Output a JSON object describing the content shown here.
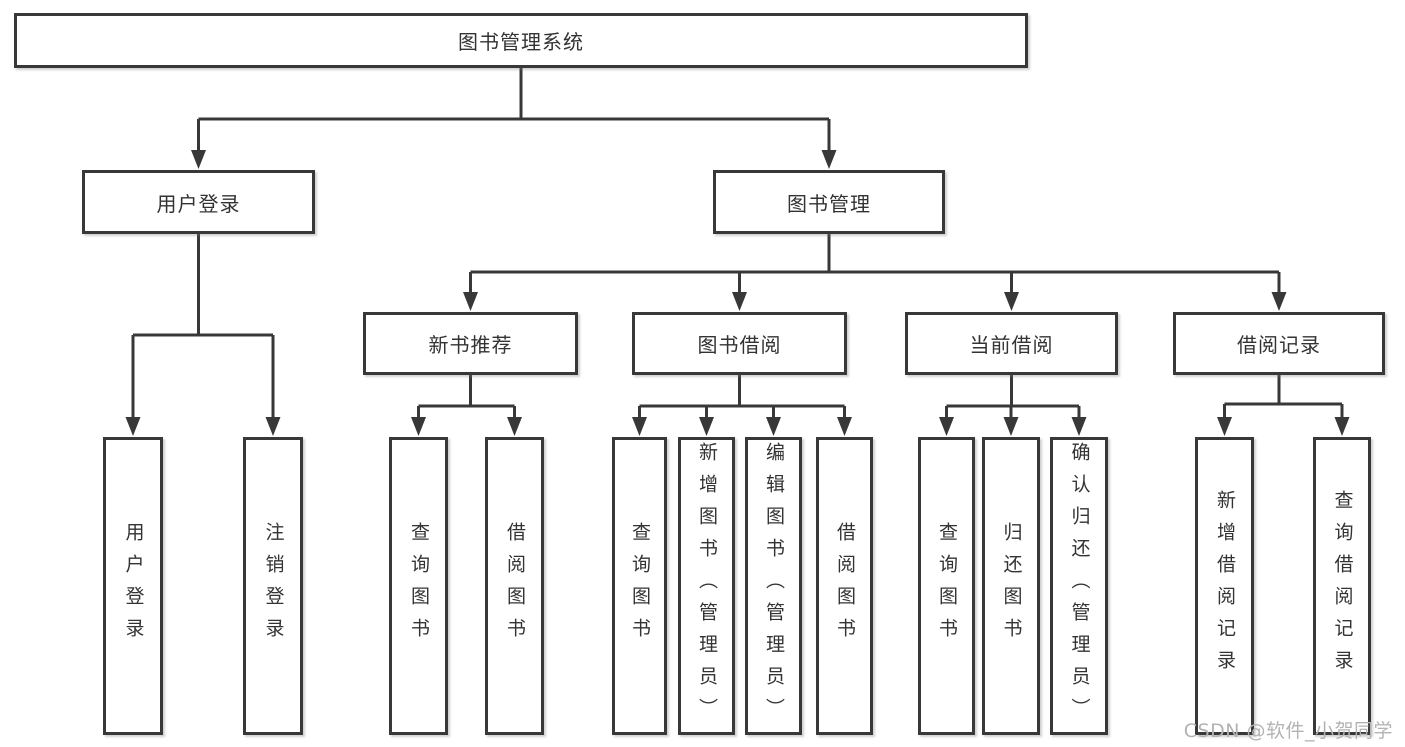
{
  "diagram": {
    "type": "hierarchy",
    "root": "图书管理系统",
    "branches": [
      {
        "label": "用户登录",
        "children": [
          {
            "label": "用户登录"
          },
          {
            "label": "注销登录"
          }
        ]
      },
      {
        "label": "图书管理",
        "children": [
          {
            "label": "新书推荐",
            "children": [
              {
                "label": "查询图书"
              },
              {
                "label": "借阅图书"
              }
            ]
          },
          {
            "label": "图书借阅",
            "children": [
              {
                "label": "查询图书"
              },
              {
                "label": "新增图书（管理员）"
              },
              {
                "label": "编辑图书（管理员）"
              },
              {
                "label": "借阅图书"
              }
            ]
          },
          {
            "label": "当前借阅",
            "children": [
              {
                "label": "查询图书"
              },
              {
                "label": "归还图书"
              },
              {
                "label": "确认归还（管理员）"
              }
            ]
          },
          {
            "label": "借阅记录",
            "children": [
              {
                "label": "新增借阅记录"
              },
              {
                "label": "查询借阅记录"
              }
            ]
          }
        ]
      }
    ]
  },
  "watermark": {
    "text": "CSDN @软件_小贺同学",
    "color": "#b3b3b3"
  },
  "colors": {
    "line": "#383838",
    "border": "#383838",
    "text": "#333333",
    "background": "#ffffff",
    "box_fill": "#ffffff"
  }
}
